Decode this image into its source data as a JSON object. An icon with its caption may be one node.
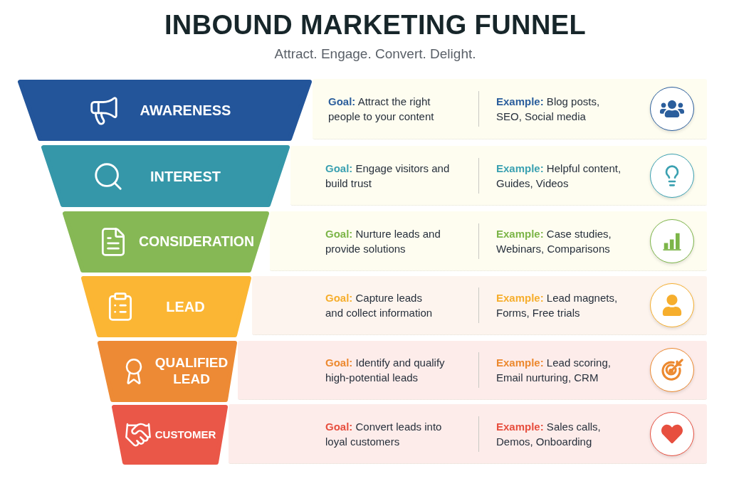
{
  "diagram": {
    "title": "INBOUND MARKETING FUNNEL",
    "nodes": [
      {
        "text": [
          "AWARENESS"
        ]
      },
      {
        "text": [
          "**Goal:** Attract the right people to your content",
          "**Example:** Blog posts, SEO, Social media"
        ]
      },
      {
        "text": [
          "INTEREST"
        ]
      },
      {
        "text": [
          "**Goal:** Engage visitors and build trust",
          "**Example:** Helpful content, Guides, Videos"
        ]
      },
      {
        "text": [
          "CONSIDERATION"
        ]
      },
      {
        "text": [
          "**Goal:** Nurture leads and provide solutions",
          "**Example:** Case studies, Webinars, Comparisons"
        ]
      },
      {
        "text": [
          "LEAD"
        ]
      },
      {
        "text": [
          "**Goal:** Capture leads and collect information",
          "**Example:** Lead magnets, Forms, Free trials"
        ]
      },
      {
        "text": [
          "QUALIFIED LEAD"
        ]
      },
      {
        "text": [
          "**Goal:** Identify and qualify high-potential leads",
          "**Example:** Lead scoring, Email nurturing, CRM"
        ]
      },
      {
        "text": [
          "CUSTOMER"
        ]
      },
      {
        "text": [
          "**Goal:** Convert leads into loyal customers",
          "**Example:** Sales calls, Demos, Onboarding"
        ]
      }
    ],
    "labels": [
      "Attract. Engage. Convert. Delight."
    ]
  }
}
